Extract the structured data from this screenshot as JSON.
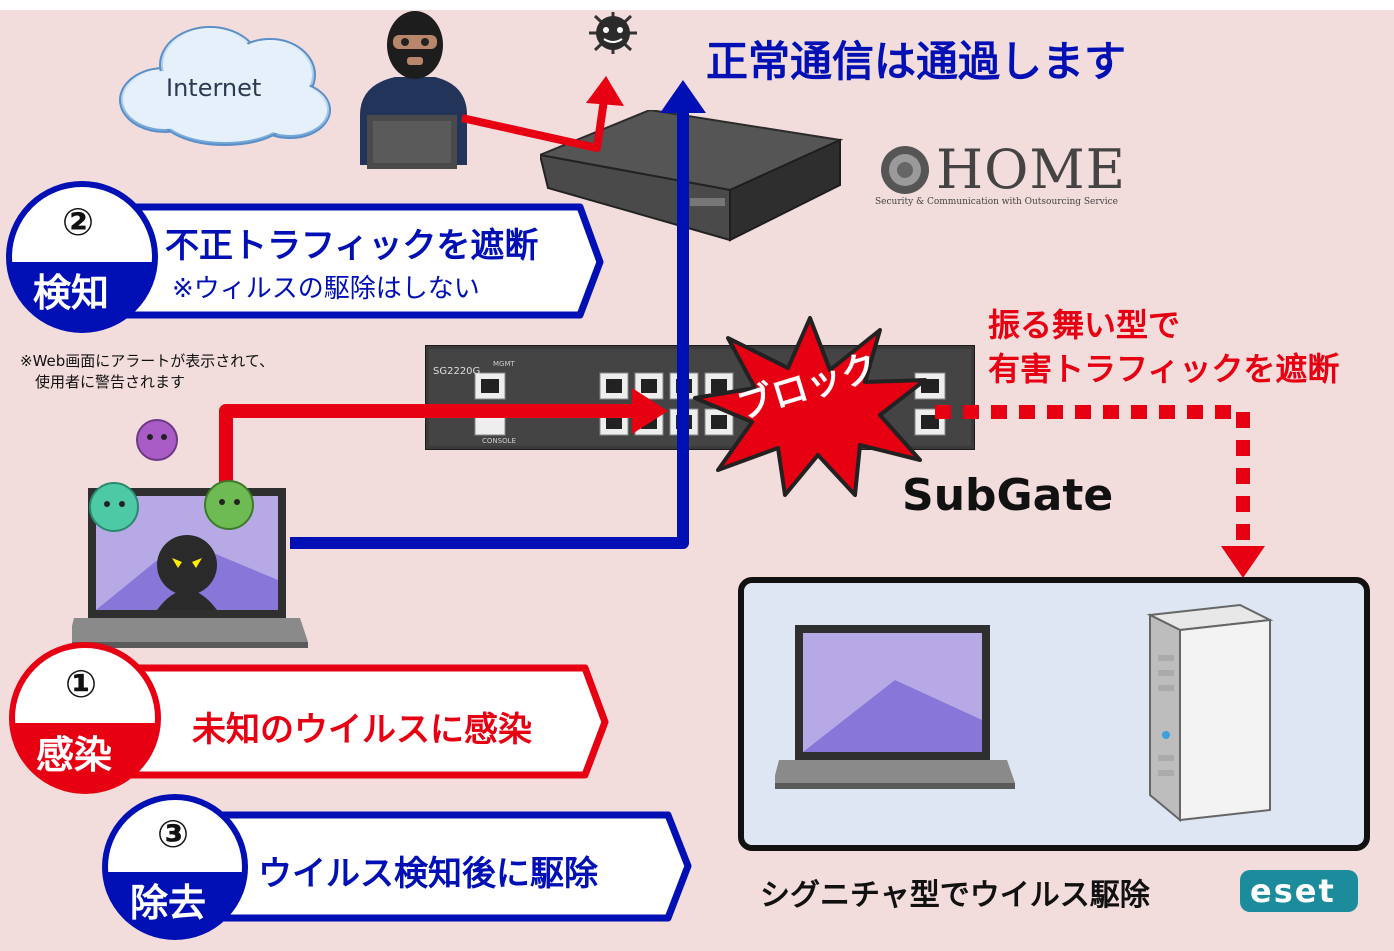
{
  "internet_label": "Internet",
  "headline_normal": "正常通信は通過します",
  "brand": {
    "name": "HOME",
    "tagline": "Security & Communication with Outsourcing Service"
  },
  "device": {
    "model": "SG2220G",
    "port_label": "MGMT",
    "console_label": "CONSOLE",
    "name": "SubGate"
  },
  "burst_label": "ブロック",
  "behavior_label": [
    "振る舞い型で",
    "有害トラフィックを遮断"
  ],
  "steps": [
    {
      "number": "①",
      "tag": "感染",
      "text": "未知のウイルスに感染",
      "color": "#e60012"
    },
    {
      "number": "②",
      "tag": "検知",
      "text": "不正トラフィックを遮断",
      "note": "※ウィルスの駆除はしない",
      "color": "#0010b4"
    },
    {
      "number": "③",
      "tag": "除去",
      "text": "ウイルス検知後に駆除",
      "color": "#0010b4"
    }
  ],
  "alert_note": [
    "※Web画面にアラートが表示されて、",
    "使用者に警告されます"
  ],
  "signature_label": "シグニチャ型でウイルス駆除",
  "eset_logo": "eset",
  "colors": {
    "red": "#e60012",
    "blue": "#0010b4",
    "background": "#f2dcdc",
    "panel": "#dde6f2"
  }
}
